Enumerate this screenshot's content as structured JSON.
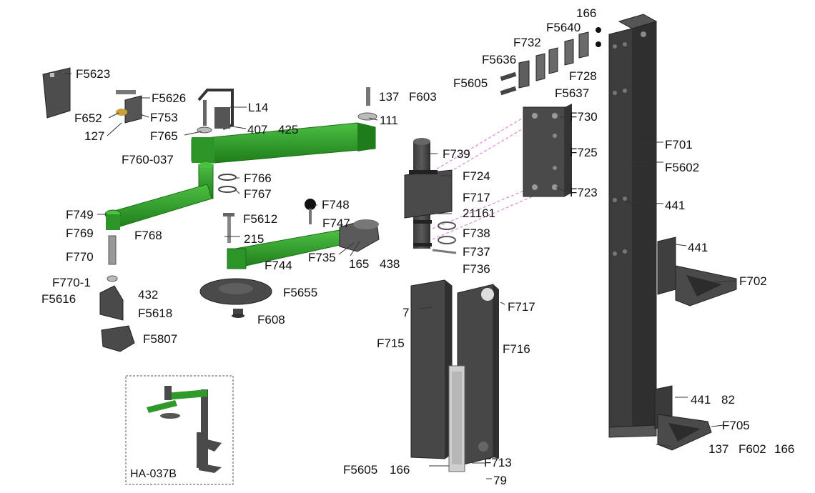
{
  "diagram": {
    "part_labels": {
      "p166_top": "166",
      "F5640": "F5640",
      "F732": "F732",
      "F5636": "F5636",
      "F5605_top": "F5605",
      "F728": "F728",
      "F5637": "F5637",
      "p137": "137",
      "F603": "F603",
      "p111": "111",
      "F5623": "F5623",
      "F5626": "F5626",
      "L14": "L14",
      "F652": "F652",
      "F753": "F753",
      "p127": "127",
      "F765": "F765",
      "p407": "407",
      "p425": "425",
      "F760_037": "F760-037",
      "F739": "F739",
      "F730": "F730",
      "F725": "F725",
      "F724": "F724",
      "F717_top": "F717",
      "p21161": "21161",
      "F723": "F723",
      "F738": "F738",
      "F737": "F737",
      "F736": "F736",
      "F701": "F701",
      "F5602": "F5602",
      "p441_a": "441",
      "p441_b": "441",
      "F702": "F702",
      "F766": "F766",
      "F767": "F767",
      "F748": "F748",
      "F749": "F749",
      "F5612": "F5612",
      "F747": "F747",
      "F769": "F769",
      "F768": "F768",
      "p215": "215",
      "F770": "F770",
      "F735": "F735",
      "p165": "165",
      "p438": "438",
      "F744": "F744",
      "F770_1": "F770-1",
      "p432": "432",
      "F5616": "F5616",
      "F5618": "F5618",
      "F5655": "F5655",
      "F608": "F608",
      "F5807": "F5807",
      "p7": "7",
      "F717_bot": "F717",
      "F715": "F715",
      "F716": "F716",
      "p441_c": "441",
      "p82": "82",
      "F705": "F705",
      "p137_b": "137",
      "F602": "F602",
      "p166_b": "166",
      "F5605_bot": "F5605",
      "p166_c": "166",
      "F713": "F713",
      "p79": "79"
    },
    "inset_label": "HA-037B",
    "colors": {
      "green": "#2f9a2a",
      "green_dark": "#1c6e18",
      "metal": "#4a4a4a",
      "metal_light": "#8a8a8a",
      "leader": "#333333",
      "dashed": "#e070e0"
    }
  }
}
